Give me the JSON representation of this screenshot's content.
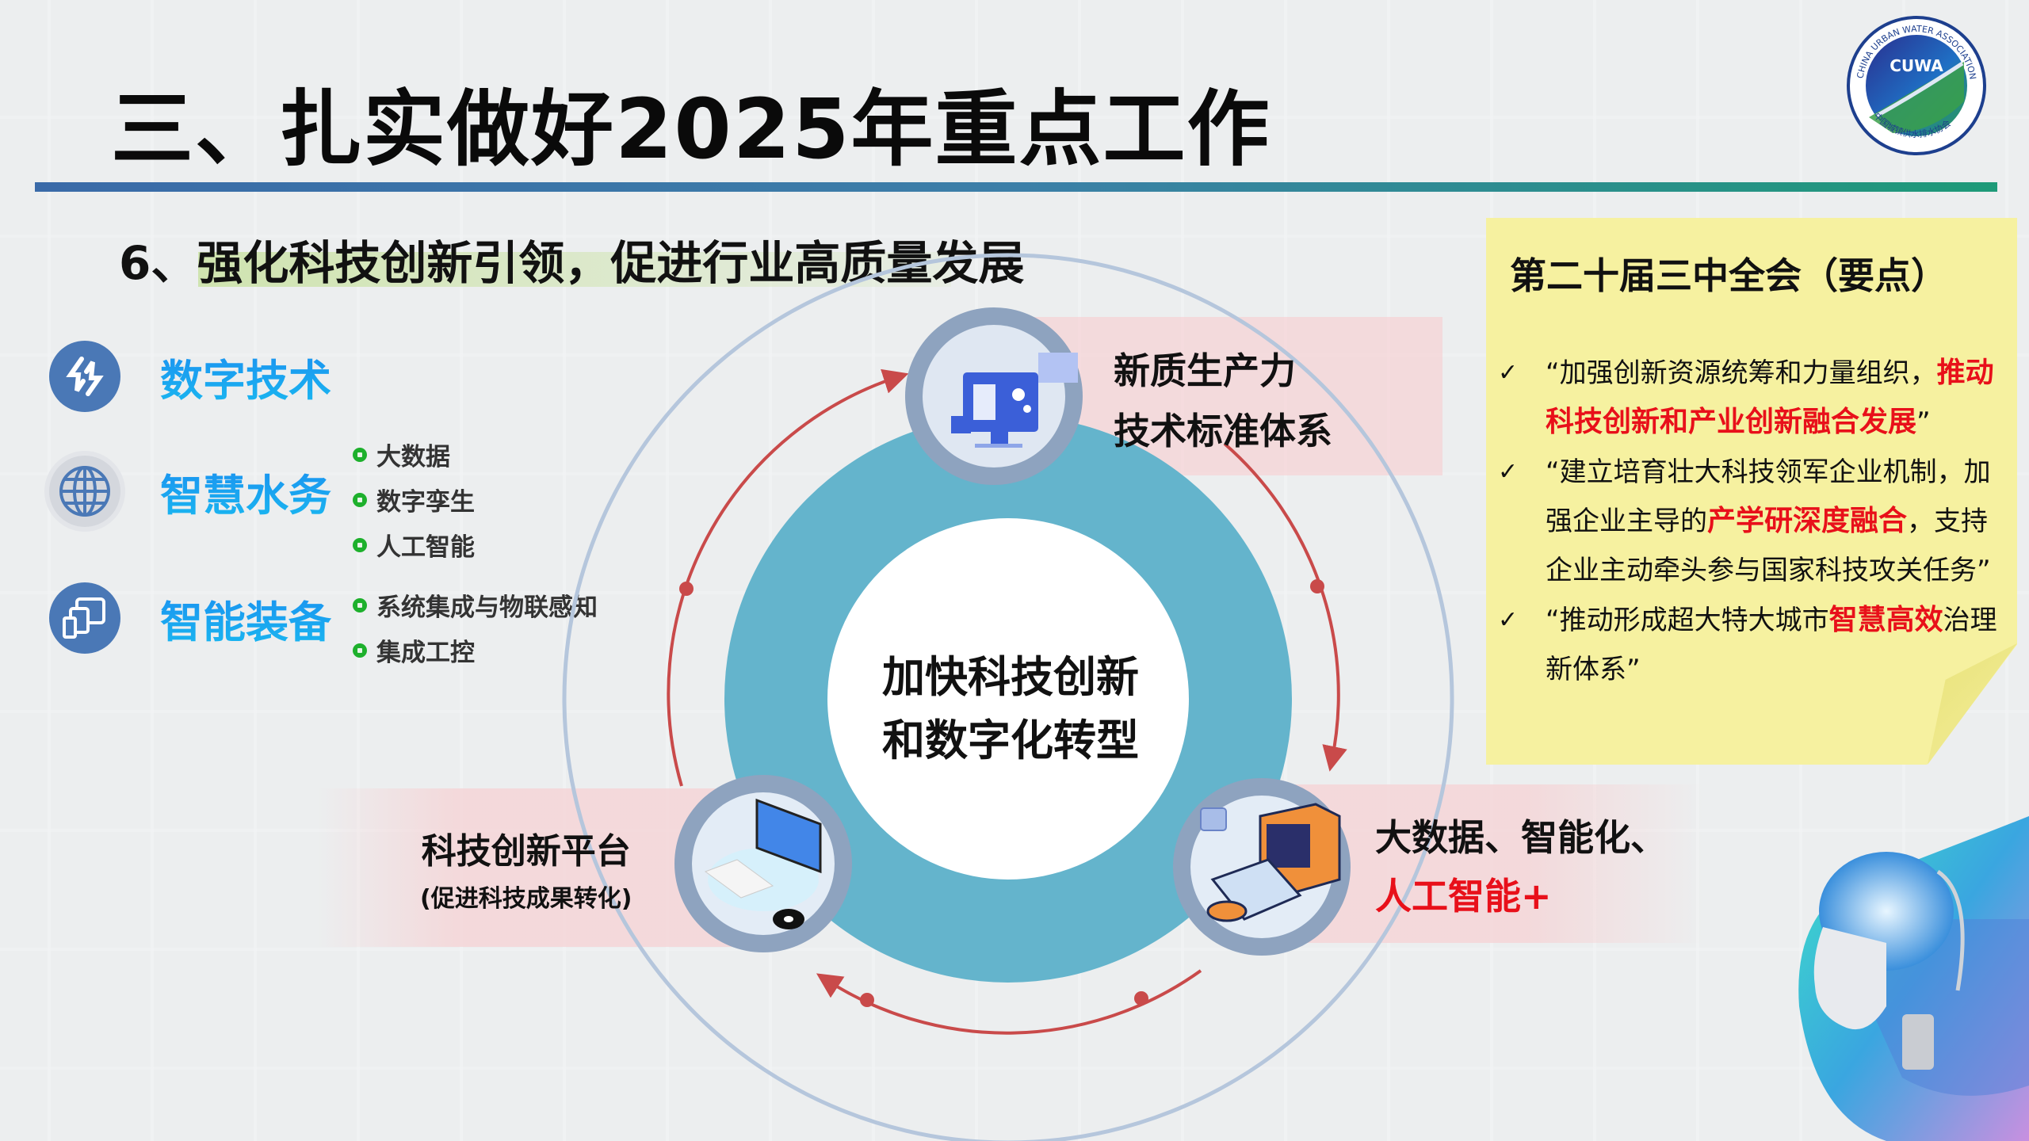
{
  "slide": {
    "title": "三、扎实做好2025年重点工作",
    "subtitle": "6、强化科技创新引领，促进行业高质量发展"
  },
  "logo": {
    "abbr": "CUWA",
    "en_name": "CHINA URBAN WATER ASSOCIATION",
    "cn_name": "中国城镇供水排水协会"
  },
  "categories": [
    {
      "label": "数字技术",
      "icon": "arrows-cycle-icon",
      "bullets": []
    },
    {
      "label": "智慧水务",
      "icon": "globe-icon",
      "bullets": [
        "大数据",
        "数字孪生",
        "人工智能"
      ]
    },
    {
      "label": "智能装备",
      "icon": "devices-icon",
      "bullets": [
        "系统集成与物联感知",
        "集成工控"
      ]
    }
  ],
  "diagram": {
    "center": {
      "line1": "加快科技创新",
      "line2": "和数字化转型"
    },
    "nodes": [
      {
        "id": "top",
        "line1": "新质生产力",
        "line2": "技术标准体系",
        "icon": "computer-settings-icon"
      },
      {
        "id": "right",
        "line1": "大数据、智能化、",
        "line2": "人工智能+",
        "icon": "robot-computer-icon"
      },
      {
        "id": "left",
        "line1": "科技创新平台",
        "line2": "(促进科技成果转化)",
        "icon": "desktop-computer-icon"
      }
    ],
    "colors": {
      "ring": "#64b4cc",
      "arrow": "#c94a4a",
      "outer_ring": "#b5c6dc",
      "band": "#f6d2d4",
      "node_border": "#8ea3bf"
    }
  },
  "note": {
    "title": "第二十届三中全会（要点）",
    "items": [
      {
        "pre": "“加强创新资源统筹和力量组织，",
        "highlight": "推动科技创新和产业创新融合发展",
        "post": "”"
      },
      {
        "pre": "“建立培育壮大科技领军企业机制，加强企业主导的",
        "highlight": "产学研深度融合",
        "post": "，支持企业主动牵头参与国家科技攻关任务”"
      },
      {
        "pre": "“推动形成超大特大城市",
        "highlight": "智慧高效",
        "post": "治理新体系”"
      }
    ],
    "check_symbol": "✓",
    "bg_color": "#f6f1a0",
    "highlight_color": "#e8101a"
  }
}
